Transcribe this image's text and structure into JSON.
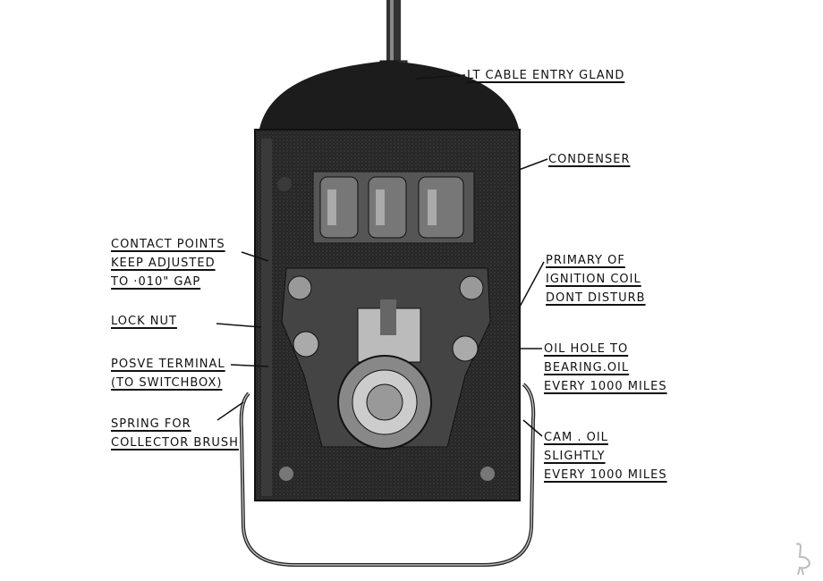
{
  "labels": {
    "cable_gland": [
      "LT CABLE ENTRY GLAND"
    ],
    "condenser": [
      "CONDENSER"
    ],
    "contact_points": [
      "CONTACT POINTS",
      "KEEP ADJUSTED",
      "TO ·010\" GAP"
    ],
    "lock_nut": [
      "LOCK NUT"
    ],
    "pos_terminal": [
      "POSVE TERMINAL",
      "(TO SWITCHBOX)"
    ],
    "spring": [
      "SPRING FOR",
      "COLLECTOR BRUSH"
    ],
    "primary_coil": [
      "PRIMARY OF",
      "IGNITION COIL",
      "DONT DISTURB"
    ],
    "oil_hole": [
      "OIL HOLE TO",
      "BEARING.OIL",
      "EVERY 1000 MILES"
    ],
    "cam_oil": [
      "CAM . OIL",
      "SLIGHTLY",
      "EVERY 1000 MILES"
    ]
  },
  "colors": {
    "ink": "#111111",
    "body": "#2a2a2a",
    "metal": "#8a8a8a"
  }
}
